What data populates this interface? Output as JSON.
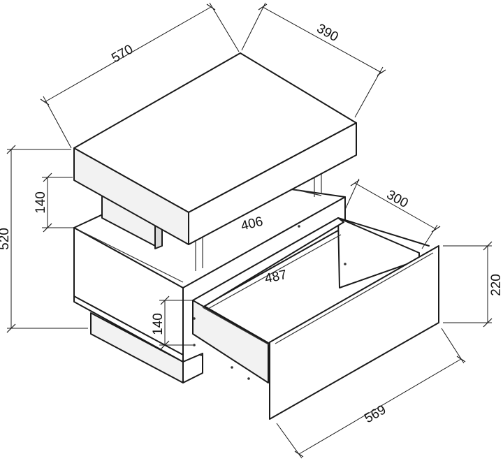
{
  "dimensions": {
    "top_length": "570",
    "top_depth": "390",
    "overall_height": "520",
    "riser_height": "140",
    "shelf_width": "406",
    "drawer_depth": "300",
    "drawer_inner_width": "487",
    "drawer_front_height": "220",
    "drawer_inner_height": "140",
    "drawer_front_width": "569"
  }
}
